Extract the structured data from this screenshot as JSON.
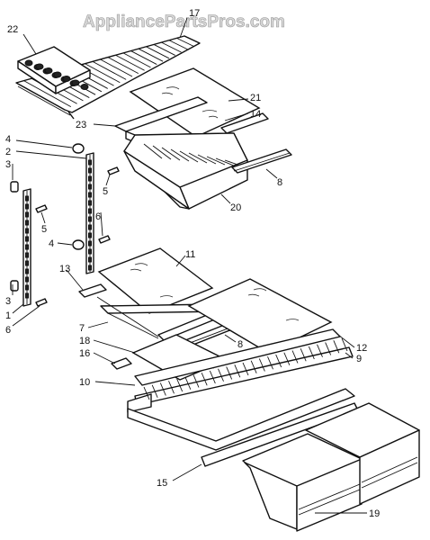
{
  "watermark": "AppliancePartsPros.com",
  "callouts": {
    "c1": "1",
    "c2": "2",
    "c3a": "3",
    "c3b": "3",
    "c4a": "4",
    "c4b": "4",
    "c5a": "5",
    "c5b": "5",
    "c6a": "6",
    "c6b": "6",
    "c7": "7",
    "c8a": "8",
    "c8b": "8",
    "c9": "9",
    "c10": "10",
    "c11": "11",
    "c12": "12",
    "c13": "13",
    "c14": "14",
    "c15": "15",
    "c16": "16",
    "c17": "17",
    "c18": "18",
    "c19": "19",
    "c20": "20",
    "c21": "21",
    "c22": "22",
    "c23": "23"
  }
}
